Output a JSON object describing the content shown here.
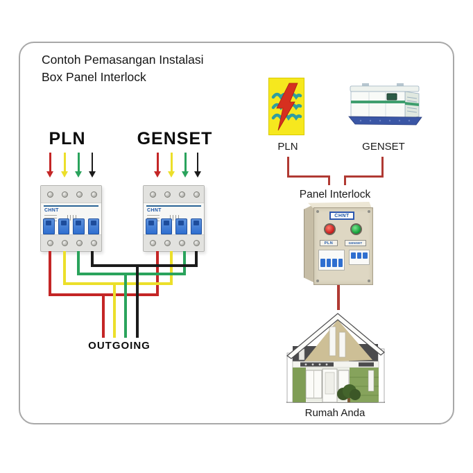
{
  "title": {
    "line1": "Contoh Pemasangan Instalasi",
    "line2": "Box Panel Interlock"
  },
  "left_section": {
    "pln_label": "PLN",
    "genset_label": "GENSET",
    "outgoing_label": "OUTGOING",
    "breaker_brand": "CHNT"
  },
  "right_section": {
    "pln_label": "PLN",
    "genset_label": "GENSET",
    "panel_label": "Panel Interlock",
    "panel_brand": "CHNT",
    "panel_button_pln": "PLN",
    "panel_button_genset": "GENSET",
    "house_label": "Rumah Anda"
  },
  "colors": {
    "wire_red": "#c42626",
    "wire_yellow": "#ecdf2a",
    "wire_green": "#2aa35c",
    "wire_black": "#1b1b1b",
    "connector_red": "#b03a33",
    "pln_yellow": "#f6e81e",
    "pln_bolt_red": "#d6301f",
    "pln_wave_teal": "#2f9ea0",
    "panel_beige": "#ded7c3",
    "panel_side": "#c6bda6",
    "breaker_blue": "#2f6fd0",
    "brand_blue": "#1e57a8",
    "button_red": "#cc1f1f",
    "button_green": "#13a03a",
    "house_green": "#7f9d55",
    "genset_green": "#3f9e6e",
    "genset_blue": "#3a56a5",
    "frame_gray": "#a8a8a8"
  }
}
